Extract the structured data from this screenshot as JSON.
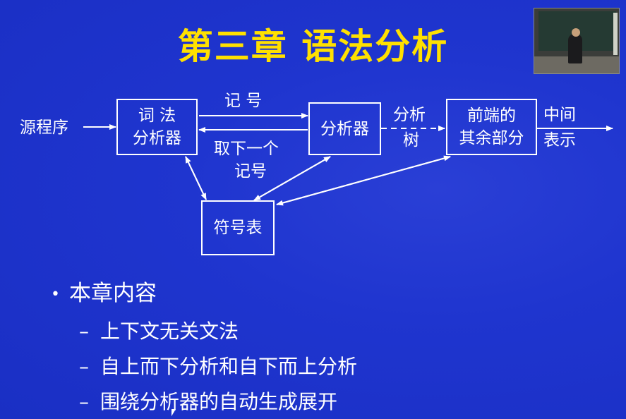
{
  "title": "第三章  语法分析",
  "diagram": {
    "source": "源程序",
    "lexer_line1": "词  法",
    "lexer_line2": "分析器",
    "token_label": "记  号",
    "get_next_line1": "取下一个",
    "get_next_line2": "记号",
    "parser": "分析器",
    "tree_line1": "分析",
    "tree_line2": "树",
    "frontend_line1": "前端的",
    "frontend_line2": "其余部分",
    "ir_line1": "中间",
    "ir_line2": "表示",
    "symbol_table": "符号表"
  },
  "content": {
    "heading": "本章内容",
    "items": [
      "上下文无关文法",
      "自上而下分析和自下而上分析",
      "围绕分析器的自动生成展开"
    ]
  },
  "colors": {
    "background": "#1f35cf",
    "title": "#ffe000",
    "text": "#ffffff"
  }
}
